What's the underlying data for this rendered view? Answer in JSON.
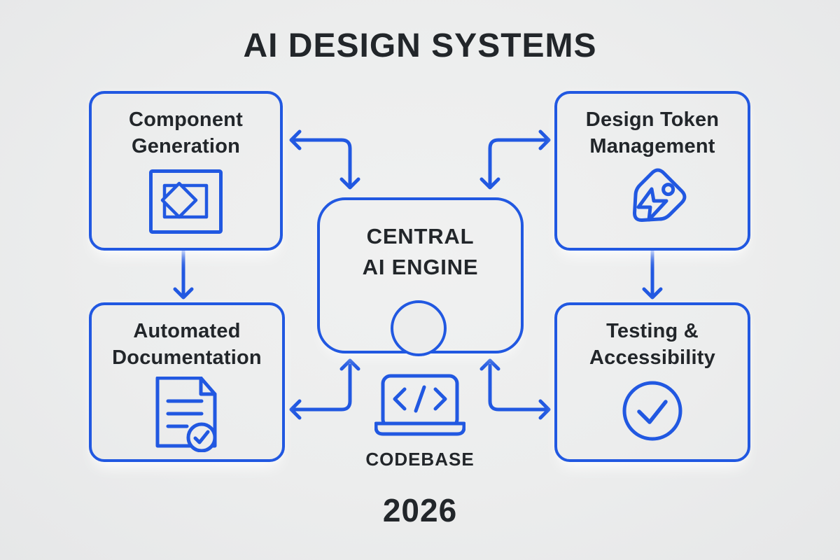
{
  "title": "AI DESIGN SYSTEMS",
  "year": "2026",
  "center_node": {
    "line1": "CENTRAL",
    "line2": "AI ENGINE",
    "icon": "port-circle-icon"
  },
  "nodes": {
    "component_generation": {
      "line1": "Component",
      "line2": "Generation",
      "icon": "square-diamond-icon"
    },
    "design_token_management": {
      "line1": "Design Token",
      "line2": "Management",
      "icon": "tag-lightning-icon"
    },
    "automated_documentation": {
      "line1": "Automated",
      "line2": "Documentation",
      "icon": "document-check-icon"
    },
    "testing_accessibility": {
      "line1": "Testing &",
      "line2": "Accessibility",
      "icon": "check-circle-icon"
    }
  },
  "codebase": {
    "label": "CODEBASE",
    "icon": "laptop-code-icon"
  },
  "connections": [
    "central-engine <-> component-generation",
    "central-engine <-> design-token-management",
    "central-engine <-> automated-documentation",
    "central-engine <-> testing-accessibility",
    "component-generation -> automated-documentation",
    "design-token-management -> testing-accessibility"
  ],
  "colors": {
    "accent": "#2158E1",
    "ink": "#22262A",
    "background": "#ECEDED"
  }
}
